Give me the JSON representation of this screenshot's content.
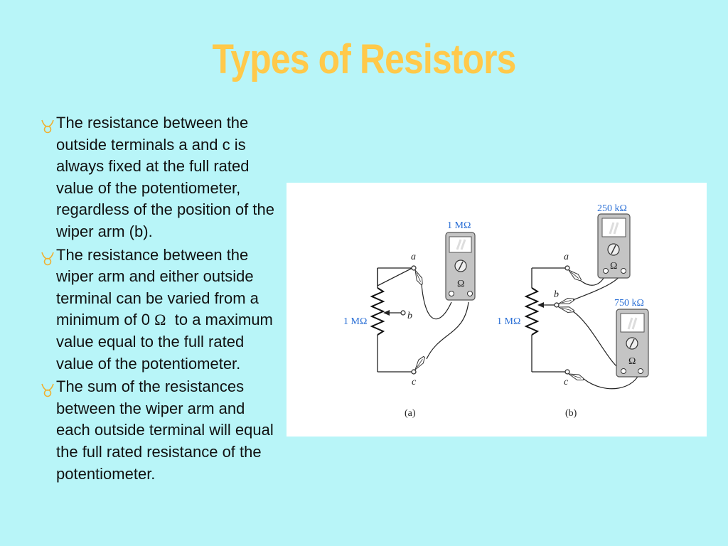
{
  "slide": {
    "title": "Types of Resistors",
    "bullets": [
      {
        "text_before": "The resistance between the outside terminals a and c is always fixed at the full rated value of the potentiometer, regardless of the position of the wiper arm (b).",
        "symbol": "",
        "text_after": ""
      },
      {
        "text_before": "The resistance between the wiper arm and either outside terminal can be varied from a minimum of 0 ",
        "symbol": "Ω",
        "text_after": "  to a maximum value equal to the full rated value of the potentiometer."
      },
      {
        "text_before": "The sum of the resistances between the wiper arm and each outside terminal will equal the full rated resistance of the potentiometer.",
        "symbol": "",
        "text_after": ""
      }
    ]
  },
  "figure": {
    "panel_a": {
      "caption": "(a)",
      "pot_label": "1 MΩ",
      "meter_label": "1 MΩ",
      "meter_unit": "Ω",
      "terminal_a": "a",
      "terminal_b": "b",
      "terminal_c": "c"
    },
    "panel_b": {
      "caption": "(b)",
      "pot_label": "1 MΩ",
      "meter_top_label": "250 kΩ",
      "meter_bottom_label": "750 kΩ",
      "meter_top_unit": "Ω",
      "meter_bottom_unit": "Ω",
      "terminal_a": "a",
      "terminal_b": "b",
      "terminal_c": "c"
    }
  },
  "colors": {
    "background": "#b8f5f8",
    "title": "#ffc94a",
    "bullet_icon": "#f0b030",
    "meter_body": "#c4c4c4",
    "label_blue": "#2a6fd6"
  },
  "icons": {
    "bullet": "taurus-symbol-icon"
  }
}
